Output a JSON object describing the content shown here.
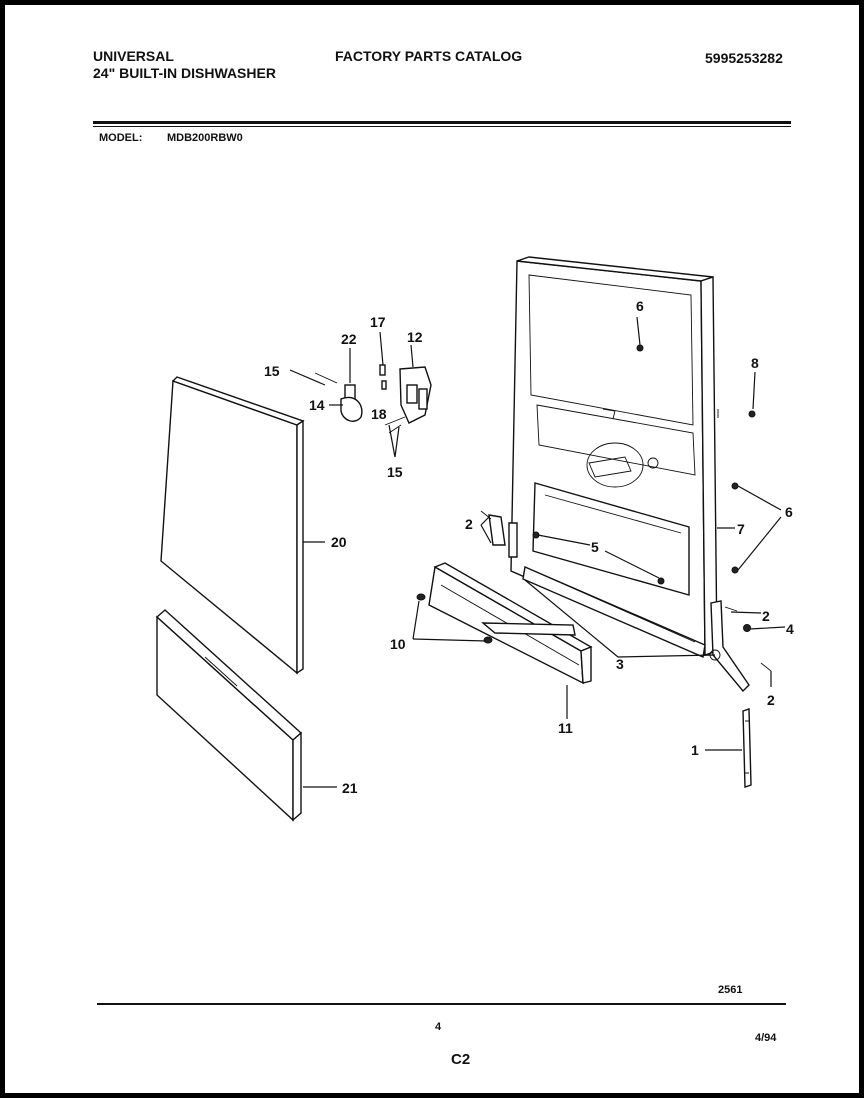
{
  "header": {
    "brand": "UNIVERSAL",
    "product": "24\" BUILT-IN DISHWASHER",
    "catalog_title": "FACTORY PARTS CATALOG",
    "catalog_number": "5995253282",
    "model_label": "MODEL:",
    "model_value": "MDB200RBW0"
  },
  "footer": {
    "drawing_number": "2561",
    "page_number": "4",
    "date": "4/94",
    "section": "C2"
  },
  "callouts": {
    "c1": "1",
    "c2a": "2",
    "c2b": "2",
    "c2c": "2",
    "c3": "3",
    "c4": "4",
    "c5": "5",
    "c6a": "6",
    "c6b": "6",
    "c7": "7",
    "c8": "8",
    "c10": "10",
    "c11": "11",
    "c12": "12",
    "c14": "14",
    "c15a": "15",
    "c15b": "15",
    "c17": "17",
    "c18": "18",
    "c20": "20",
    "c21": "21",
    "c22": "22"
  }
}
